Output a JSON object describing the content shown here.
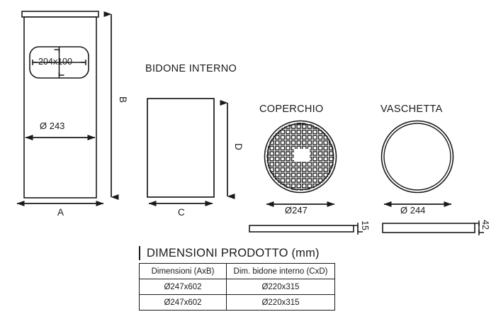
{
  "drawing": {
    "views": [
      {
        "id": "bidone-esterno",
        "title": "",
        "dim_inner_label": "204x100",
        "dim_diameter_label": "Ø 243",
        "dim_width_label": "A",
        "dim_height_label": "B"
      },
      {
        "id": "bidone-interno",
        "title": "BIDONE INTERNO",
        "dim_width_label": "C",
        "dim_height_label": "D"
      },
      {
        "id": "coperchio",
        "title": "COPERCHIO",
        "dim_diameter_label": "Ø247",
        "dim_thickness_label": "15"
      },
      {
        "id": "vaschetta",
        "title": "VASCHETTA",
        "dim_diameter_label": "Ø 244",
        "dim_thickness_label": "42"
      }
    ]
  },
  "table": {
    "title": "DIMENSIONI PRODOTTO (mm)",
    "headers": [
      "Dimensioni (AxB)",
      "Dim. bidone interno (CxD)"
    ],
    "rows": [
      [
        "Ø247x602",
        "Ø220x315"
      ],
      [
        "Ø247x602",
        "Ø220x315"
      ]
    ]
  },
  "style": {
    "line_color": "#1a1a1a",
    "background": "#ffffff"
  }
}
